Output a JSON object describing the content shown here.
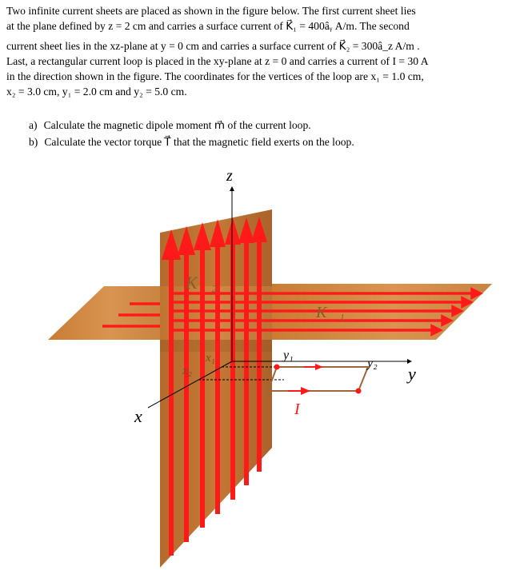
{
  "problem": {
    "line1": "Two infinite current sheets are placed as shown in the figure below.  The first current sheet lies",
    "line2": "at the plane defined by z = 2 cm and carries a surface current of K⃗₁ = 400âᵧ  A/m.  The second",
    "line3": "current sheet lies in the xz-plane at y = 0 cm and carries a surface current of K⃗₂ = 300â_z  A/m .",
    "line4": "Last, a rectangular current loop is placed in the xy-plane at z = 0 and carries a current of I = 30 A",
    "line5": "in the direction shown in the figure.  The coordinates for the vertices of the loop are x₁ = 1.0 cm,",
    "line6": "x₂ = 3.0 cm, y₁ = 2.0 cm and y₂ = 5.0 cm."
  },
  "questions": [
    {
      "marker": "a)",
      "text": "Calculate the magnetic dipole moment m⃗  of the current loop."
    },
    {
      "marker": "b)",
      "text": "Calculate the vector torque T⃗  that the magnetic field exerts on the loop."
    }
  ],
  "figure": {
    "axis_z": "z",
    "axis_y": "y",
    "axis_x": "x",
    "label_K2": "K⃗₂",
    "label_K1": "K⃗₁",
    "label_x1": "x₁",
    "label_x2": "x₂",
    "label_y1": "y₁",
    "label_y2": "y₂",
    "label_I": "I",
    "colors": {
      "sheet_light": "#d0893e",
      "sheet_dark": "#9a5a24",
      "arrow": "#ff1a1a",
      "loop": "#a0663a"
    }
  }
}
